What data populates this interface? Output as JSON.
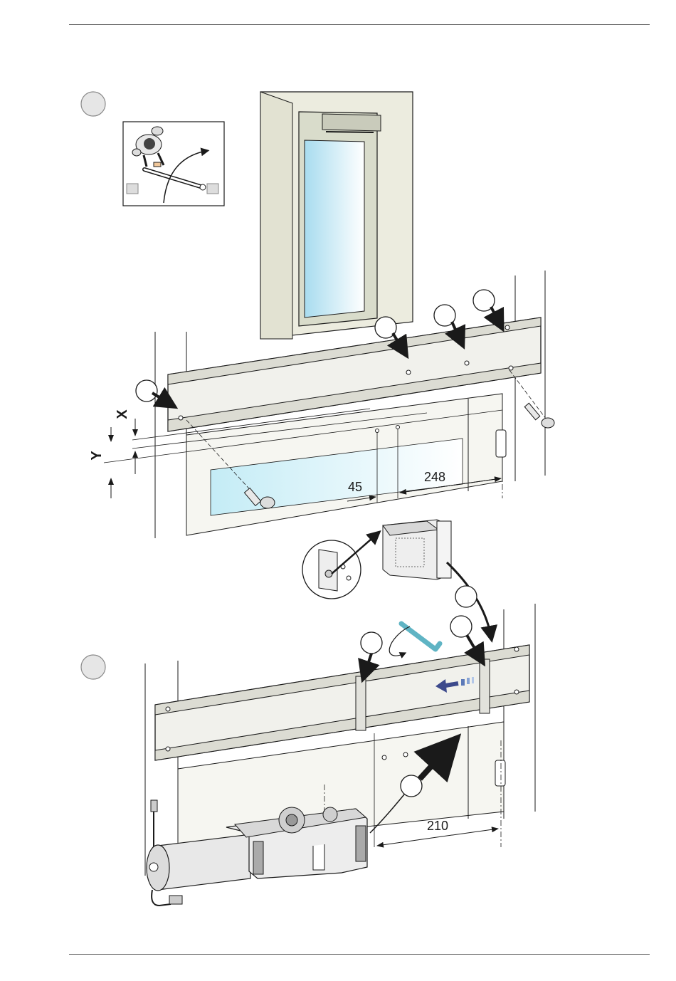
{
  "steps": [
    {
      "id": 1,
      "label": ""
    },
    {
      "id": 2,
      "label": ""
    }
  ],
  "dimensions": {
    "x_label": "X",
    "y_label": "Y",
    "offset_small": "45",
    "offset_hinge": "248",
    "offset_motor": "210"
  },
  "colors": {
    "line": "#1a1a1a",
    "rail_fill": "#f1f1ec",
    "wall_fill": "#ecece4",
    "glass": "#bfe6f4",
    "push_arrow": "#3d4a8c",
    "wrench": "#5fb4c4"
  },
  "icons": [
    "person-pushing-bar-icon",
    "hex-wrench-icon",
    "screw-icon",
    "magnifier-detail-icon",
    "direction-arrow-icon"
  ]
}
